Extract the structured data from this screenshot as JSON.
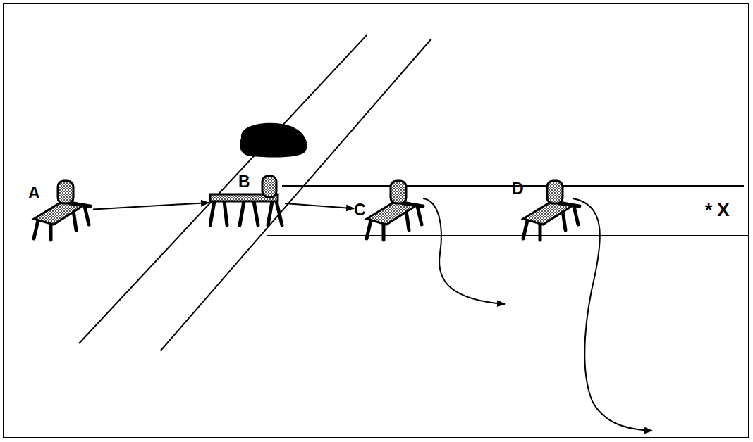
{
  "diagram": {
    "nodes": [
      {
        "text": [
          "A"
        ]
      },
      {
        "text": [
          "B"
        ]
      },
      {
        "text": [
          "C"
        ]
      },
      {
        "text": [
          "D"
        ]
      }
    ],
    "edges": [
      {
        "from": 0,
        "to": 1,
        "arrow": "to"
      },
      {
        "from": 1,
        "to": 2,
        "arrow": "to"
      }
    ],
    "labels": [
      "* X"
    ]
  }
}
